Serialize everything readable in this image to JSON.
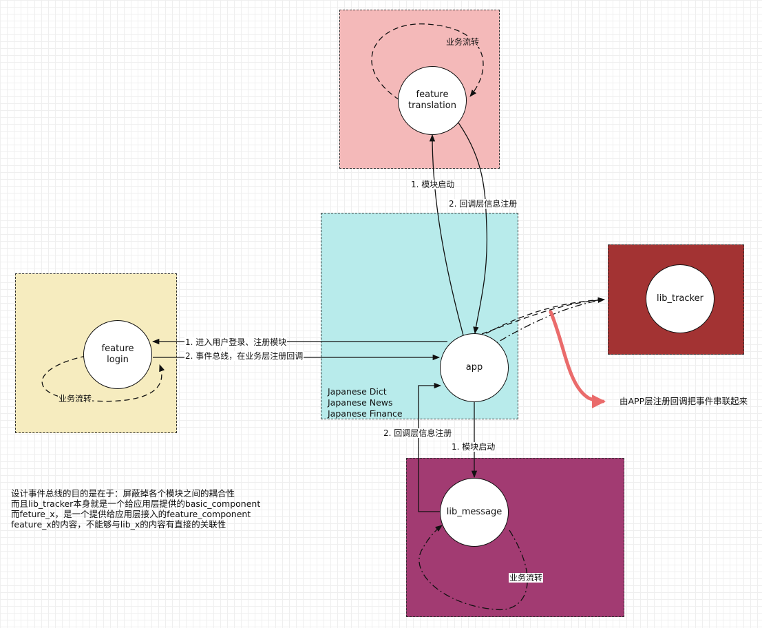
{
  "colors": {
    "translation_bg": "#f4b9b9",
    "app_bg": "#b8ebeb",
    "login_bg": "#f6ecbf",
    "tracker_bg": "#a33333",
    "message_bg": "#a23b72",
    "highlight_arrow": "#ea6b6b"
  },
  "nodes": {
    "translation": "feature\ntranslation",
    "app": "app",
    "login": "feature\nlogin",
    "tracker": "lib_tracker",
    "message": "lib_message"
  },
  "app_products": [
    "Japanese Dict",
    "Japanese News",
    "Japanese Finance"
  ],
  "edges": {
    "translation_loop": "业务流转",
    "app_to_translation": "1. 模块启动",
    "translation_to_app": "2. 回调层信息注册",
    "app_to_login": "1. 进入用户登录、注册模块",
    "login_to_app": "2. 事件总线，在业务层注册回调",
    "login_loop": "业务流转",
    "message_to_app": "2. 回调层信息注册",
    "app_to_message": "1. 模块启动",
    "message_loop": "业务流转",
    "tracker_note": "由APP层注册回调把事件串联起来"
  },
  "notes": [
    "设计事件总线的目的是在于：屏蔽掉各个模块之间的耦合性",
    "而且lib_tracker本身就是一个给应用层提供的basic_component",
    "而feture_x，是一个提供给应用层接入的feature_component",
    "feature_x的内容，不能够与lib_x的内容有直接的关联性"
  ]
}
